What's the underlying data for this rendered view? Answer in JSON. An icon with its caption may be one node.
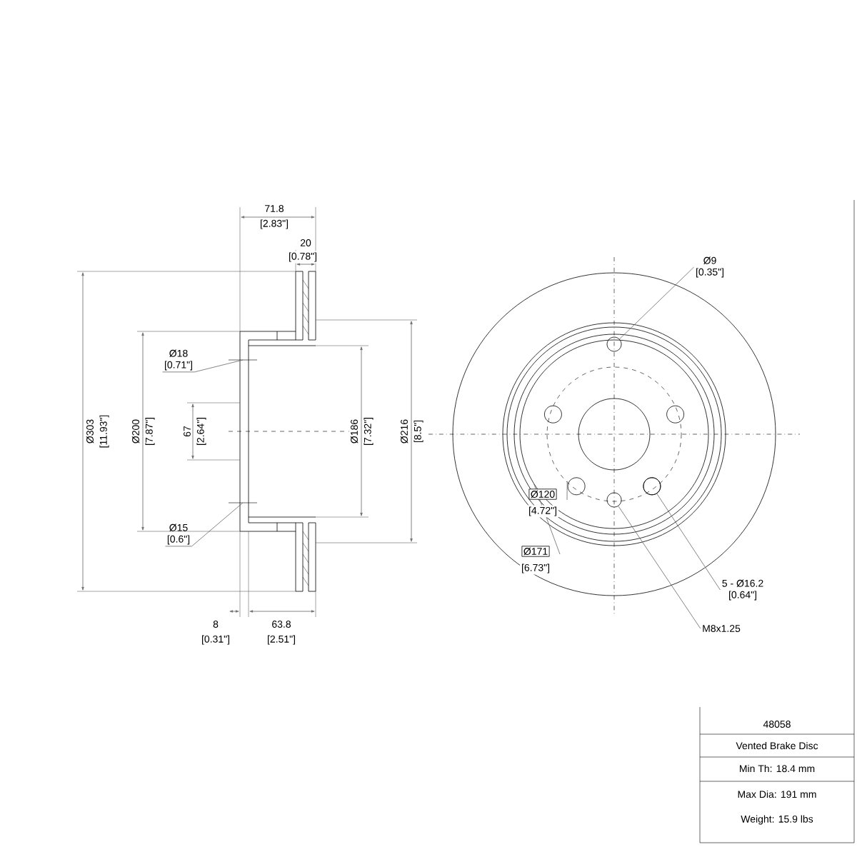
{
  "diagram": {
    "nodes": [
      {
        "text": [
          "Ø9",
          "[0.35\"]"
        ]
      },
      {
        "text": [],
        "shape": "circle"
      },
      {
        "text": [
          "5 - Ø16.2",
          "[0.64\"]"
        ]
      },
      {
        "text": [],
        "shape": "circle"
      },
      {
        "text": [
          "M8x1.25"
        ]
      },
      {
        "text": [],
        "shape": "circle"
      },
      {
        "text": [
          "Ø18",
          "[0.71\"]"
        ]
      },
      {
        "text": [
          "Ø15",
          "[0.6\"]"
        ]
      }
    ],
    "edges": [
      {
        "from": 0,
        "to": 1,
        "arrow": "none"
      },
      {
        "from": 2,
        "to": 3,
        "arrow": "none"
      },
      {
        "from": 4,
        "to": 5,
        "arrow": "none"
      },
      {
        "from": 6,
        "to": null,
        "arrow": "none"
      },
      {
        "from": 7,
        "to": null,
        "arrow": "none"
      }
    ],
    "labels": [
      "71.8",
      "[2.83\"]",
      "20",
      "[0.78\"]",
      "Ø303",
      "[11.93\"]",
      "Ø200",
      "[7.87\"]",
      "67",
      "[2.64\"]",
      "Ø186",
      "[7.32\"]",
      "Ø216",
      "[8.5\"]",
      "Ø120",
      "[4.72\"]",
      "Ø171",
      "[6.73\"]",
      "8",
      "[0.31\"]",
      "63.8",
      "[2.51\"]",
      "48058",
      "Vented Brake Disc",
      "Min Th: 18.4 mm",
      "Max Dia: 191 mm",
      "Weight: 15.9 lbs"
    ]
  }
}
